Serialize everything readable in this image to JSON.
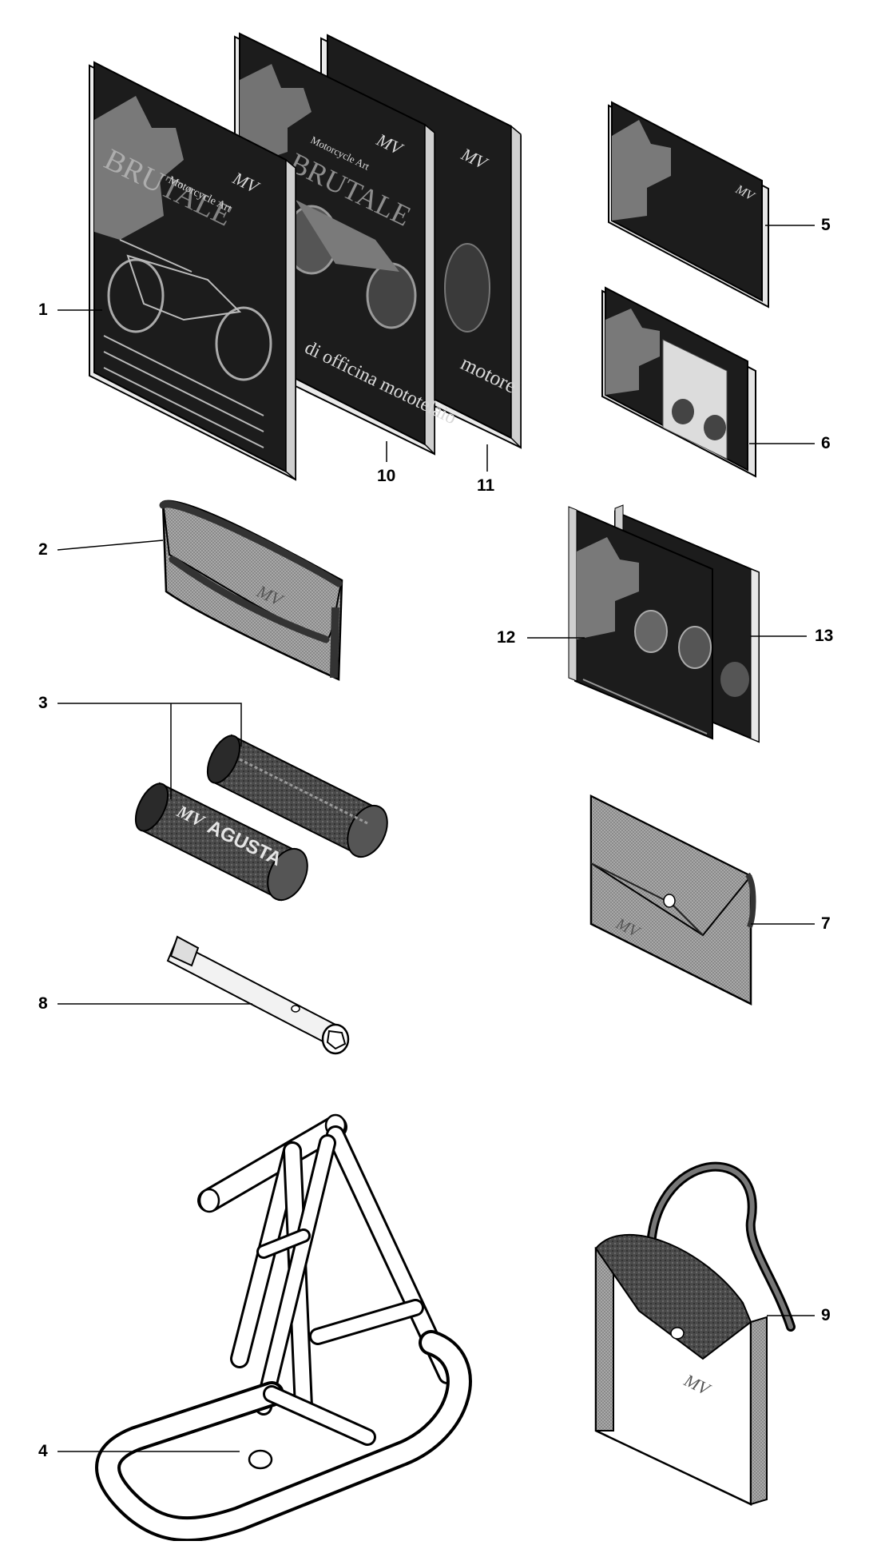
{
  "diagram": {
    "callouts": [
      {
        "id": "1",
        "label": "1"
      },
      {
        "id": "2",
        "label": "2"
      },
      {
        "id": "3",
        "label": "3"
      },
      {
        "id": "4",
        "label": "4"
      },
      {
        "id": "5",
        "label": "5"
      },
      {
        "id": "6",
        "label": "6"
      },
      {
        "id": "7",
        "label": "7"
      },
      {
        "id": "8",
        "label": "8"
      },
      {
        "id": "9",
        "label": "9"
      },
      {
        "id": "10",
        "label": "10"
      },
      {
        "id": "11",
        "label": "11"
      },
      {
        "id": "12",
        "label": "12"
      },
      {
        "id": "13",
        "label": "13"
      }
    ],
    "cover_texts": {
      "motorcycle_art": "Motorcycle Art",
      "brutale": "BRUTALE",
      "manual_10": "di officina mototelaio",
      "manual_11": "motore",
      "agusta_grip": "AGUSTA",
      "logo_mv": "MV"
    },
    "colors": {
      "ink": "#000000",
      "cover": "#1a1a1a",
      "fabric": "#9a9a9a",
      "fabric_dark": "#3a3a3a",
      "paper": "#ffffff"
    }
  }
}
